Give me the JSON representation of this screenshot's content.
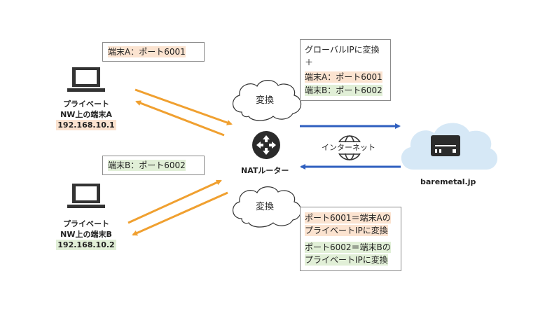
{
  "terminal_a": {
    "label_line1": "プライベート",
    "label_line2": "NW上の端末A",
    "ip": "192.168.10.1",
    "port_box": "端末A：ポート6001"
  },
  "terminal_b": {
    "label_line1": "プライベート",
    "label_line2": "NW上の端末B",
    "ip": "192.168.10.2",
    "port_box": "端末B：ポート6002"
  },
  "router": {
    "label": "NATルーター"
  },
  "cloud_top": {
    "label": "変換"
  },
  "cloud_bottom": {
    "label": "変換"
  },
  "internet": {
    "label": "インターネット"
  },
  "server": {
    "label": "baremetal.jp"
  },
  "global_box": {
    "line1": "グローバルIPに変換",
    "line2": "＋",
    "line3": "端末A：ポート6001",
    "line4": "端末B：ポート6002"
  },
  "reverse_box": {
    "line1": "ポート6001＝端末Aの",
    "line2": "プライベートIPに変換",
    "line3": "ポート6002＝端末Bの",
    "line4": "プライベートIPに変換"
  },
  "colors": {
    "orange_arrow": "#f0a030",
    "blue_arrow": "#2f5fbf",
    "highlight_orange": "#fbe3d0",
    "highlight_green": "#e1efd7",
    "server_cloud": "#d6e8f6"
  }
}
